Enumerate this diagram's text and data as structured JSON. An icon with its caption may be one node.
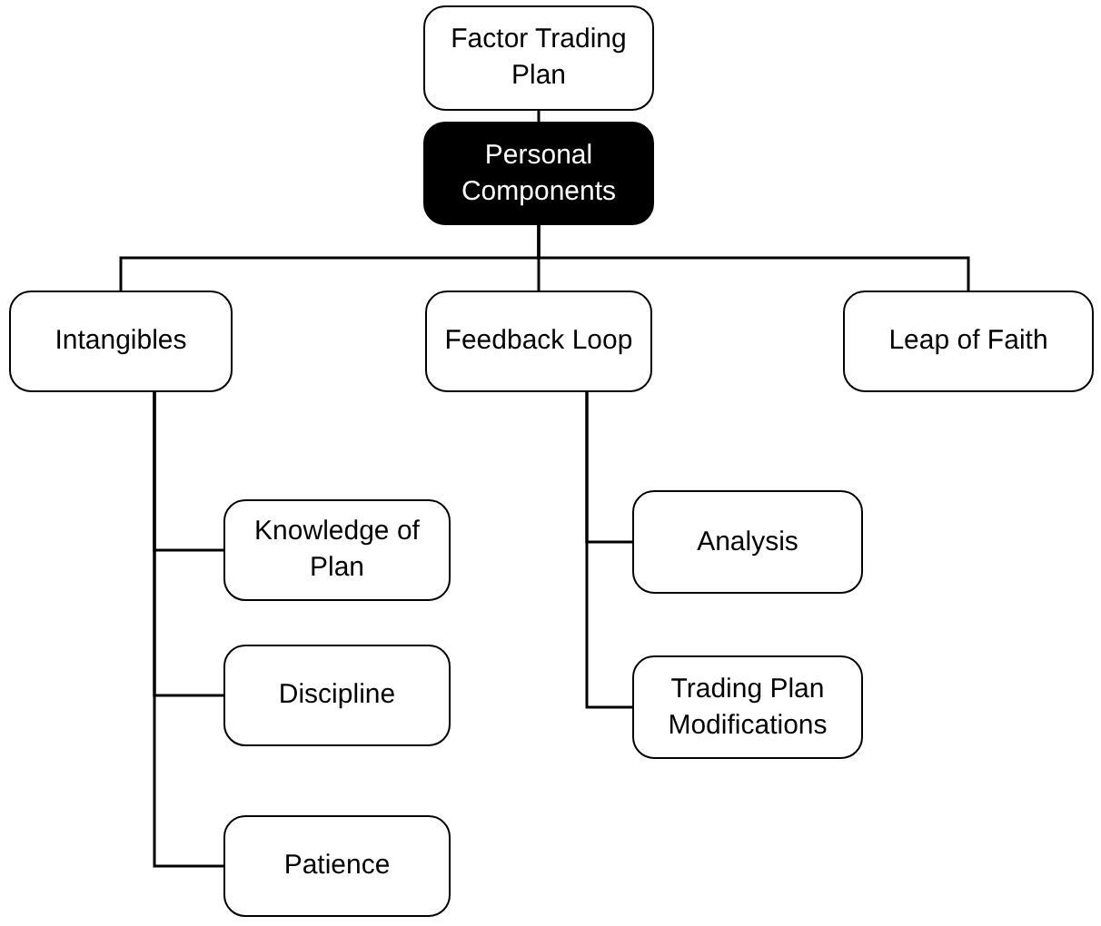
{
  "diagram": {
    "nodes": [
      {
        "text": [
          "Factor Trading Plan"
        ]
      },
      {
        "text": [
          "Personal Components"
        ]
      },
      {
        "text": [
          "Intangibles"
        ]
      },
      {
        "text": [
          "Feedback Loop"
        ]
      },
      {
        "text": [
          "Leap of Faith"
        ]
      },
      {
        "text": [
          "Knowledge of Plan"
        ]
      },
      {
        "text": [
          "Discipline"
        ]
      },
      {
        "text": [
          "Patience"
        ]
      },
      {
        "text": [
          "Analysis"
        ]
      },
      {
        "text": [
          "Trading Plan Modifications"
        ]
      }
    ],
    "edges": [
      {
        "from": 0,
        "to": 1,
        "arrow": "none"
      },
      {
        "from": 1,
        "to": 2,
        "arrow": "none"
      },
      {
        "from": 1,
        "to": 3,
        "arrow": "none"
      },
      {
        "from": 1,
        "to": 4,
        "arrow": "none"
      },
      {
        "from": 2,
        "to": 5,
        "arrow": "none"
      },
      {
        "from": 2,
        "to": 6,
        "arrow": "none"
      },
      {
        "from": 2,
        "to": 7,
        "arrow": "none"
      },
      {
        "from": 3,
        "to": 8,
        "arrow": "none"
      },
      {
        "from": 3,
        "to": 9,
        "arrow": "none"
      }
    ]
  }
}
